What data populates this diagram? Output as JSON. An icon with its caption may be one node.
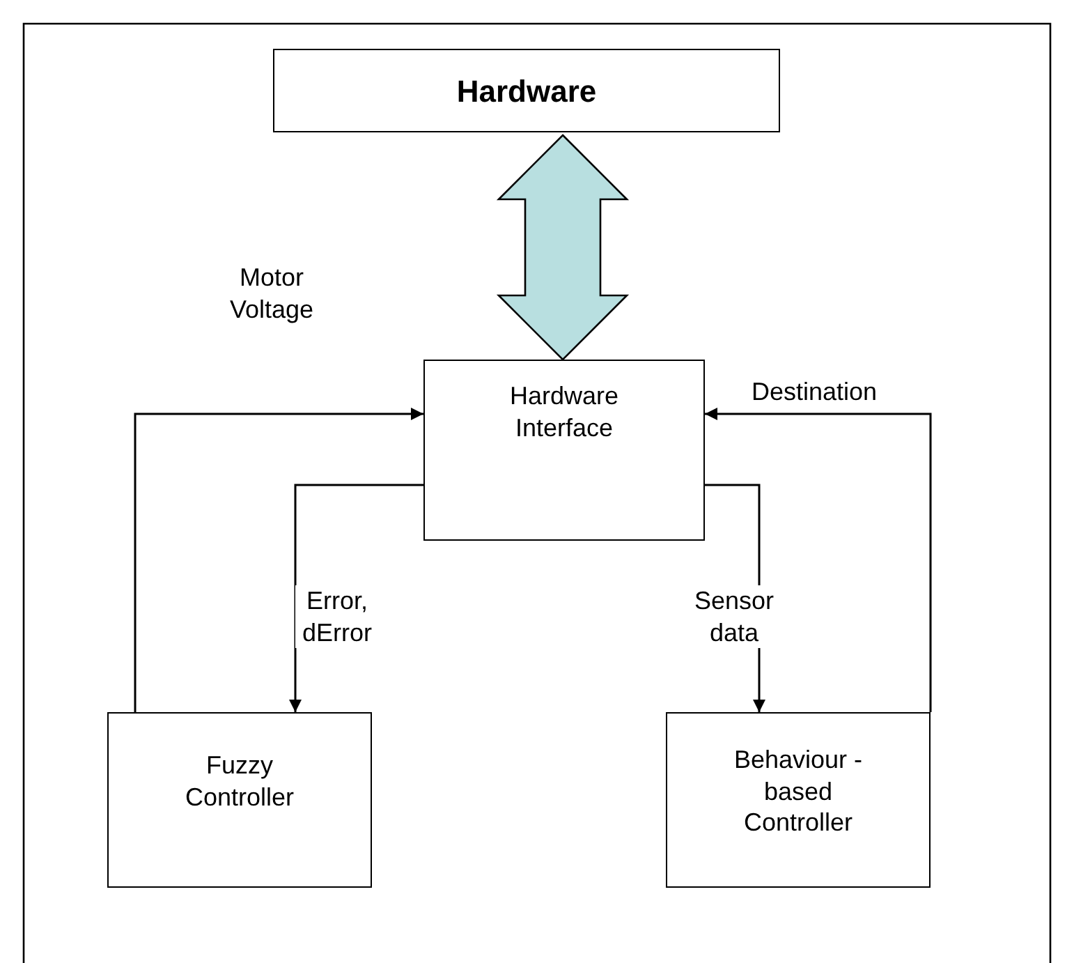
{
  "diagram": {
    "nodes": [
      {
        "text": [
          "Hardware"
        ]
      },
      {
        "text": [
          "Hardware Interface"
        ]
      },
      {
        "text": [
          "Fuzzy Controller"
        ]
      },
      {
        "text": [
          "Behaviour -based Controller"
        ]
      }
    ],
    "edges": [
      {
        "from": 0,
        "to": 1,
        "arrow": "both",
        "style": "thick",
        "color": "#b8dfe0"
      },
      {
        "from": 2,
        "to": 1,
        "arrow": "to",
        "label": "Motor Voltage"
      },
      {
        "from": 1,
        "to": 2,
        "arrow": "to",
        "label": "Error, dError"
      },
      {
        "from": 1,
        "to": 3,
        "arrow": "to",
        "label": "Sensor data"
      },
      {
        "from": 3,
        "to": 1,
        "arrow": "to",
        "label": "Destination"
      }
    ]
  }
}
